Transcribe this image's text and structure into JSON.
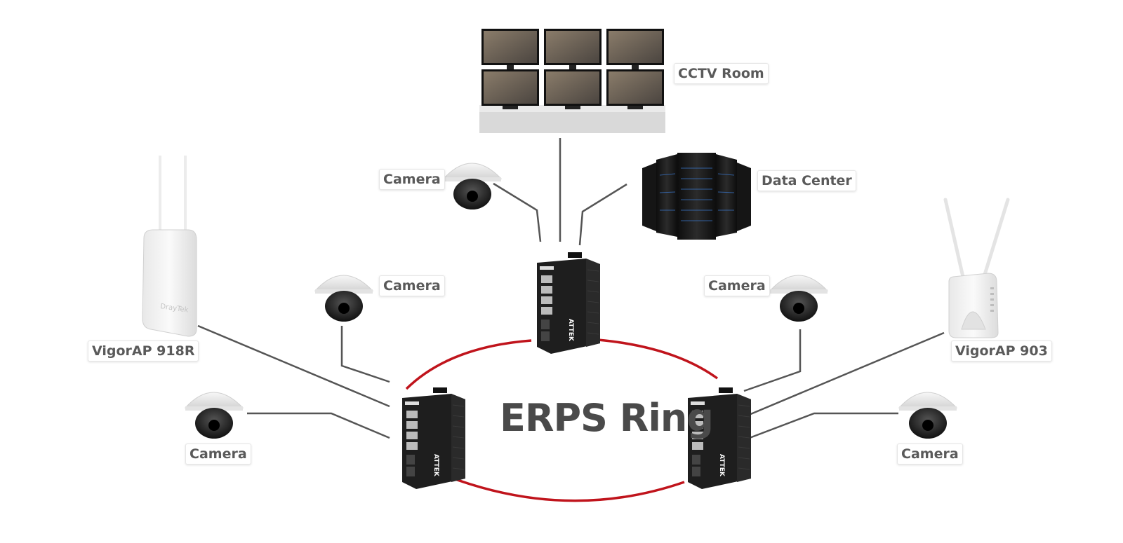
{
  "title": "ERPS Ring",
  "labels": {
    "cctv": "CCTV Room",
    "data_center": "Data Center",
    "camera_top": "Camera",
    "camera_mid_left": "Camera",
    "camera_mid_right": "Camera",
    "camera_bottom_left": "Camera",
    "camera_bottom_right": "Camera",
    "ap_left": "VigorAP 918R",
    "ap_right": "VigorAP 903"
  },
  "switch_brand": "ATTEK",
  "ap_left_brand": "DrayTek",
  "colors": {
    "ring": "#c0141c",
    "link": "#555555",
    "label_text": "#5a5a5a",
    "switch_body": "#1e1e1e"
  },
  "icons": {
    "switch": "industrial-switch-icon",
    "camera": "dome-camera-icon",
    "server": "server-rack-icon",
    "monitor": "monitor-wall-icon",
    "access_point": "access-point-icon"
  }
}
